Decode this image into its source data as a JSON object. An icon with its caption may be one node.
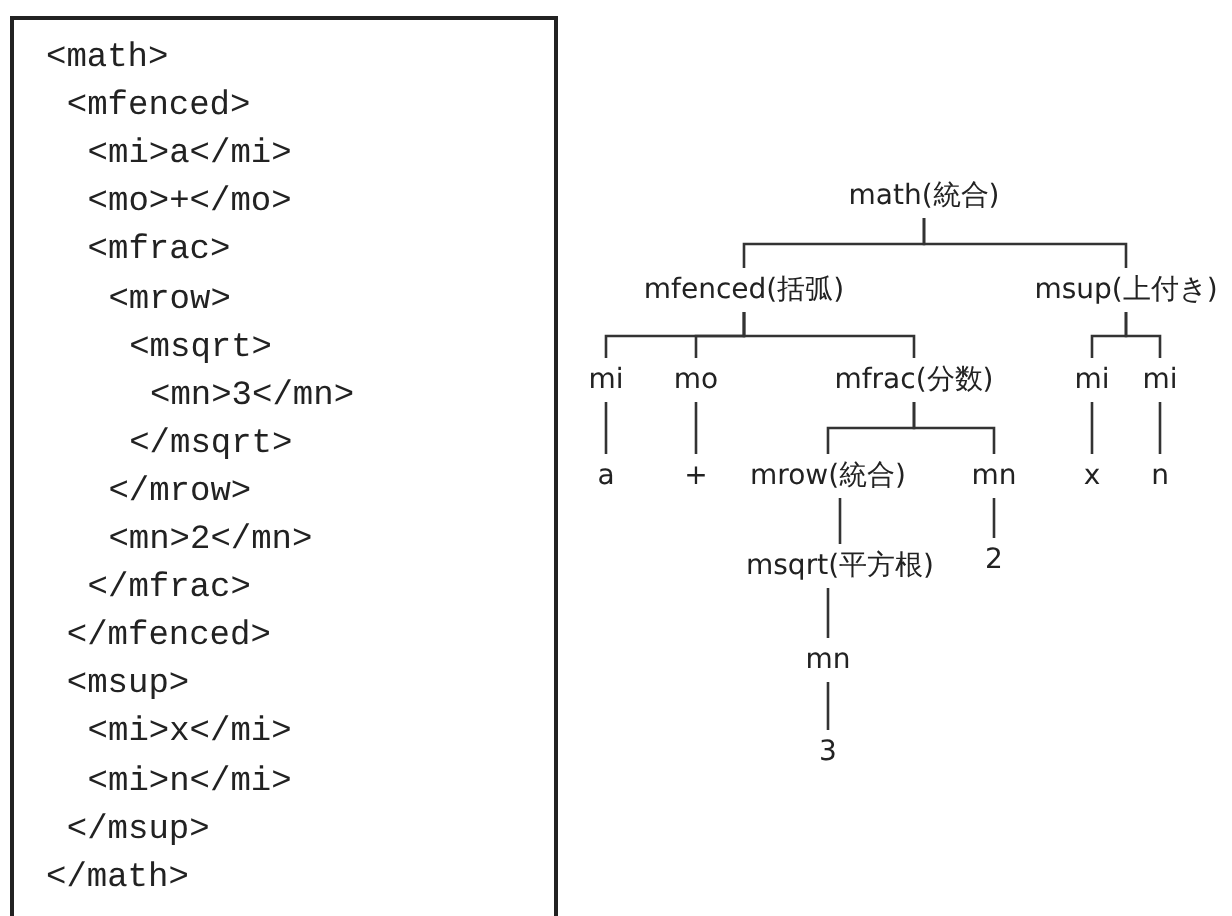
{
  "diagram": {
    "nodes": [
      {
        "text": [
          "<math>",
          "<mfenced>",
          "<mi>a</mi>",
          "<mo>+</mo>",
          "<mfrac>",
          "<mrow>",
          "<msqrt>",
          "<mn>3</mn>",
          "</msqrt>",
          "</mrow>",
          "<mn>2</mn>",
          "</mfrac>",
          "</mfenced>",
          "<msup>",
          "<mi>x</mi>",
          "<mi>n</mi>",
          "</msup>",
          "</math>"
        ]
      },
      {
        "text": [
          "math(統合)"
        ]
      },
      {
        "text": [
          "mfenced(括弧)"
        ]
      },
      {
        "text": [
          "msup(上付き)"
        ]
      },
      {
        "text": [
          "mi"
        ]
      },
      {
        "text": [
          "mo"
        ]
      },
      {
        "text": [
          "mfrac(分数)"
        ]
      },
      {
        "text": [
          "mi"
        ]
      },
      {
        "text": [
          "mi"
        ]
      },
      {
        "text": [
          "a"
        ]
      },
      {
        "text": [
          "+"
        ]
      },
      {
        "text": [
          "mrow(統合)"
        ]
      },
      {
        "text": [
          "mn"
        ]
      },
      {
        "text": [
          "x"
        ]
      },
      {
        "text": [
          "n"
        ]
      },
      {
        "text": [
          "msqrt(平方根)"
        ]
      },
      {
        "text": [
          "2"
        ]
      },
      {
        "text": [
          "mn"
        ]
      },
      {
        "text": [
          "3"
        ]
      }
    ],
    "edges": [
      {
        "from": 1,
        "to": 2,
        "arrow": "none"
      },
      {
        "from": 1,
        "to": 3,
        "arrow": "none"
      },
      {
        "from": 2,
        "to": 4,
        "arrow": "none"
      },
      {
        "from": 2,
        "to": 5,
        "arrow": "none"
      },
      {
        "from": 2,
        "to": 6,
        "arrow": "none"
      },
      {
        "from": 3,
        "to": 7,
        "arrow": "none"
      },
      {
        "from": 3,
        "to": 8,
        "arrow": "none"
      },
      {
        "from": 4,
        "to": 9,
        "arrow": "none"
      },
      {
        "from": 5,
        "to": 10,
        "arrow": "none"
      },
      {
        "from": 6,
        "to": 11,
        "arrow": "none"
      },
      {
        "from": 6,
        "to": 12,
        "arrow": "none"
      },
      {
        "from": 7,
        "to": 13,
        "arrow": "none"
      },
      {
        "from": 8,
        "to": 14,
        "arrow": "none"
      },
      {
        "from": 11,
        "to": 15,
        "arrow": "none"
      },
      {
        "from": 12,
        "to": 16,
        "arrow": "none"
      },
      {
        "from": 15,
        "to": 17,
        "arrow": "none"
      },
      {
        "from": 17,
        "to": 18,
        "arrow": "none"
      }
    ]
  }
}
